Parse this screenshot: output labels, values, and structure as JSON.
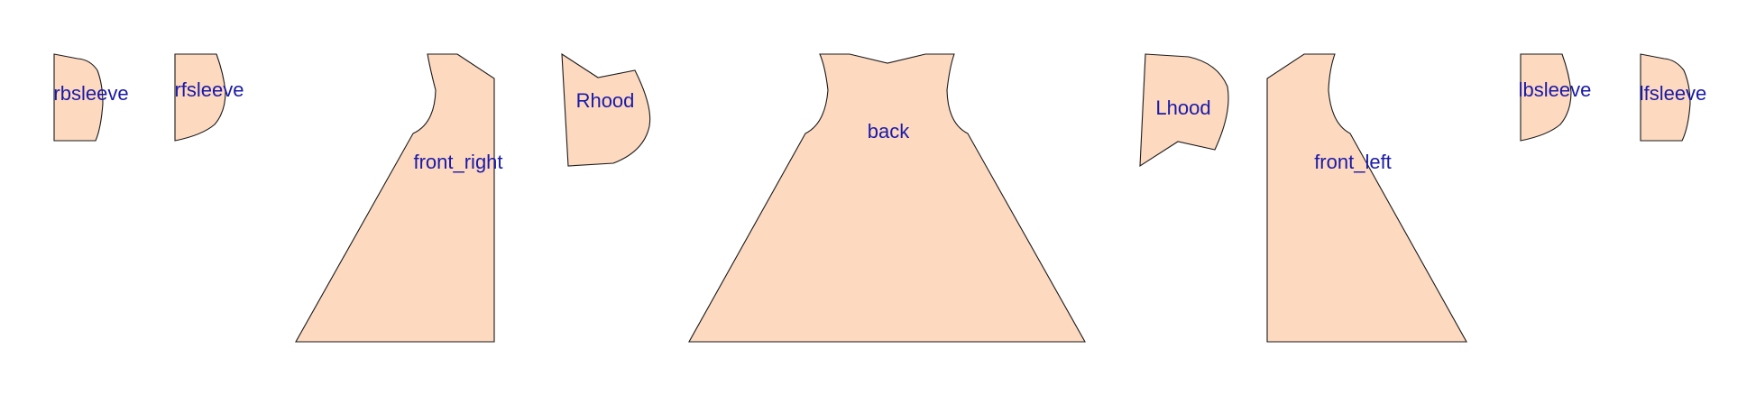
{
  "diagram": {
    "piece_fill": "#fdd9c0",
    "outline_color": "#1a1a1a",
    "label_color": "#1a1aa8",
    "pieces": [
      {
        "id": "rbsleeve",
        "label": "rbsleeve"
      },
      {
        "id": "rfsleeve",
        "label": "rfsleeve"
      },
      {
        "id": "front_right",
        "label": "front_right"
      },
      {
        "id": "Rhood",
        "label": "Rhood"
      },
      {
        "id": "back",
        "label": "back"
      },
      {
        "id": "Lhood",
        "label": "Lhood"
      },
      {
        "id": "front_left",
        "label": "front_left"
      },
      {
        "id": "lbsleeve",
        "label": "lbsleeve"
      },
      {
        "id": "lfsleeve",
        "label": "lfsleeve"
      }
    ]
  }
}
